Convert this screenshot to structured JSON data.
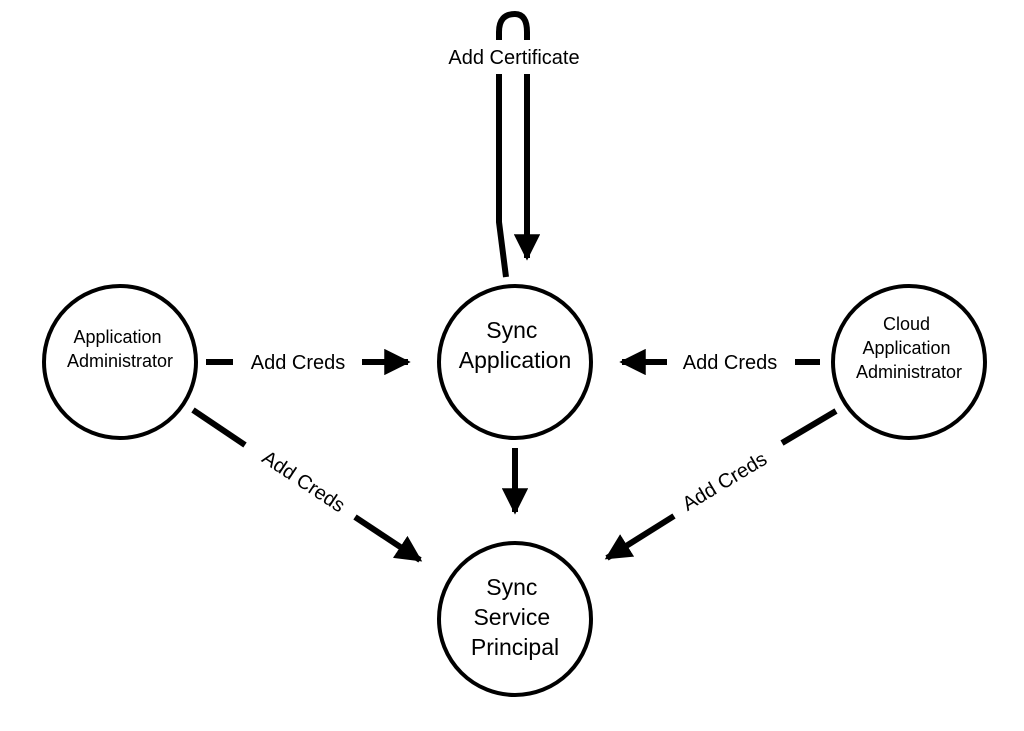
{
  "nodes": {
    "application_admin": {
      "lines": [
        "Application",
        "Administrator"
      ]
    },
    "sync_app": {
      "lines": [
        "Sync",
        "Application"
      ]
    },
    "cloud_app_admin": {
      "lines": [
        "Cloud",
        "Application",
        "Administrator"
      ]
    },
    "sync_sp": {
      "lines": [
        "Sync",
        "Service",
        "Principal"
      ]
    }
  },
  "edges": {
    "self_loop_label": "Add Certificate",
    "app_admin_to_sync_app": "Add Creds",
    "cloud_admin_to_sync_app": "Add Creds",
    "app_admin_to_sync_sp": "Add Creds",
    "cloud_admin_to_sync_sp": "Add Creds"
  },
  "colors": {
    "stroke": "#000000",
    "background": "#ffffff"
  }
}
